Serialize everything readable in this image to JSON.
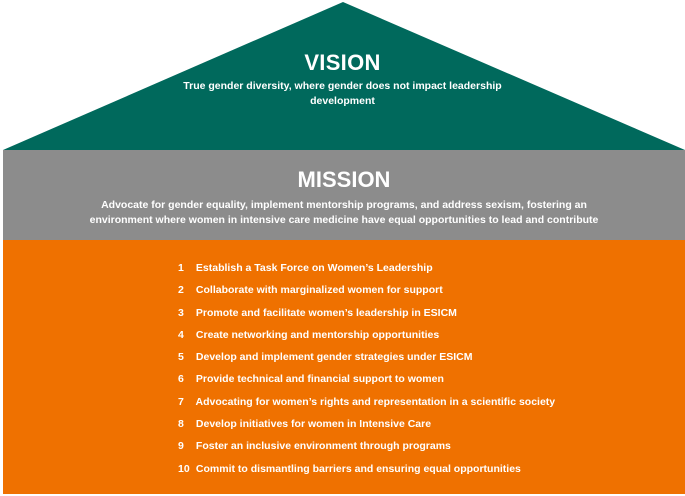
{
  "colors": {
    "vision_green": "#00695c",
    "mission_gray": "#8c8c8c",
    "actions_orange": "#ef7100",
    "text": "#ffffff"
  },
  "vision": {
    "title": "VISION",
    "text": "True gender diversity, where gender does not impact leadership development"
  },
  "mission": {
    "title": "MISSION",
    "text": "Advocate for gender equality, implement mentorship programs, and address sexism, fostering an environment where women in intensive care medicine have equal opportunities to lead and contribute"
  },
  "actions": [
    {
      "num": "1",
      "text": "Establish a Task Force on Women’s Leadership"
    },
    {
      "num": "2",
      "text": "Collaborate with marginalized women for support"
    },
    {
      "num": "3",
      "text": "Promote and facilitate women’s leadership in ESICM"
    },
    {
      "num": "4",
      "text": "Create networking and mentorship opportunities"
    },
    {
      "num": "5",
      "text": "Develop and implement gender strategies under ESICM"
    },
    {
      "num": "6",
      "text": "Provide technical and financial support to women"
    },
    {
      "num": "7",
      "text": "Advocating for women’s rights and representation in a scientific society"
    },
    {
      "num": "8",
      "text": "Develop initiatives for women in Intensive Care"
    },
    {
      "num": "9",
      "text": "Foster an inclusive environment through programs"
    },
    {
      "num": "10",
      "text": "Commit to dismantling barriers and ensuring equal opportunities"
    }
  ]
}
